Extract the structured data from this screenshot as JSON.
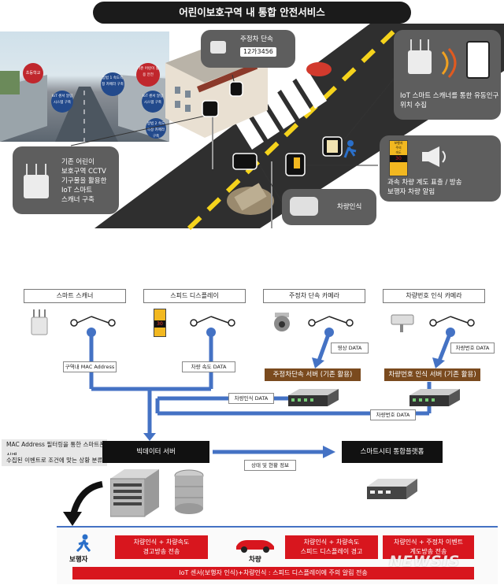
{
  "title": "어린이보호구역 내 통합 안전서비스",
  "top": {
    "street_tags": [
      "초등학교",
      "방범 1 속도측정 카메라 구축",
      "IoT 센서 알림 시스템 구축",
      "기존 어린이 활용 안전",
      "IoT 센서 알림 시스템 구축",
      "방범 2 속도측정 카메라 구축"
    ],
    "parking_label": "주정차 단속",
    "plate": "12가3456",
    "bubble_cctv": [
      "기존 어린이",
      "보호구역 CCTV",
      "기구물을 활용한",
      "IoT 스마트",
      "스캐너 구축"
    ],
    "bubble_iot": [
      "IoT 스마트 스캐너를 통한 유동인구",
      "위치 수집"
    ],
    "bubble_display": [
      "과속 차량 계도 표출 / 방송",
      "보행자 차량 알림"
    ],
    "display_sign": [
      "보행자",
      "주의",
      "속도",
      "30"
    ],
    "bubble_vehicle": "차량인식"
  },
  "bottom": {
    "headers": [
      "스마트 스캐너",
      "스피드 디스플레이",
      "주정차 단속 카메라",
      "차량번호 인식 카메라"
    ],
    "speed_sign": "30",
    "flow_mac": "구역내 MAC Address",
    "flow_speed": "차량 속도 DATA",
    "flow_video": "영상 DATA",
    "flow_plate": "차량번호 DATA",
    "server_parking": "주정차단속 서버 (기존 활용)",
    "server_plate": "차량번호 인식 서버 (기존 활용)",
    "flow_vehicle_data": "차량인식 DATA",
    "flow_plate_data": "차량번호 DATA",
    "side_notes": [
      "MAC Address 필터링을 통한 스마트폰 식별",
      "수집된 이벤트로 조건에 맞는 상황 분류"
    ],
    "bigdata": "빅데이터 서버",
    "smartcity": "스마트시티 통합플랫폼",
    "flow_status": "상태 및 현황 정보",
    "pedestrian": "보행자",
    "vehicle": "차량",
    "box1": [
      "차량인식 + 차량속도",
      "경고방송 전송"
    ],
    "box2": [
      "차량인식 + 차량속도",
      "스피드 디스플레이 경고"
    ],
    "box3": [
      "차량인식 + 주정차 이벤트",
      "계도방송 전송"
    ],
    "bottom_bar": "IoT 센서(보행자 인식)+차량인식 : 스피드 디스플레이에 주의 알림 전송",
    "watermark": "NEWSIS"
  },
  "colors": {
    "flow": "#4472c4",
    "server": "#7a4a1e",
    "alert": "#d8161e",
    "bubble": "#5e5e5e"
  }
}
